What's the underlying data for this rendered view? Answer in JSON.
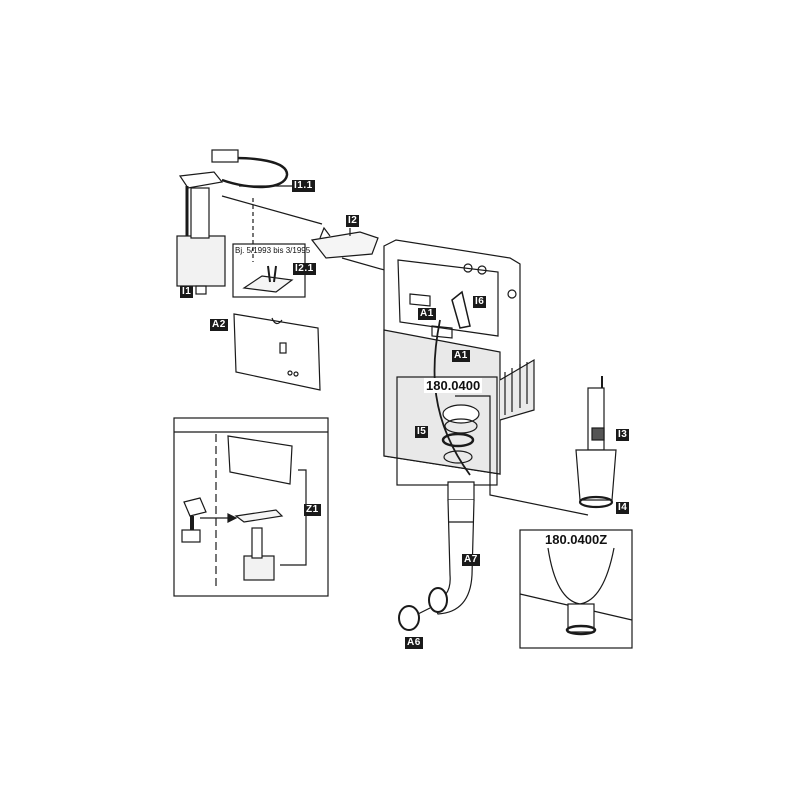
{
  "diagram": {
    "type": "exploded-parts-view",
    "subject": "concealed cistern spare parts",
    "labels": {
      "i1": "I1",
      "i1_1": "I1.1",
      "i2": "I2",
      "i2_1": "I2.1",
      "i3": "I3",
      "i4": "I4",
      "i5": "I5",
      "i6": "I6",
      "a1_upper": "A1",
      "a1_lower": "A1",
      "a2": "A2",
      "a6": "A6",
      "a7": "A7",
      "z1": "Z1"
    },
    "part_codes": {
      "outlet_valve": "180.0400",
      "outlet_valve_z": "180.0400Z"
    },
    "notes": {
      "year_range": "Bj. 5/1993 bis 3/1995"
    },
    "colors": {
      "line": "#1a1a1a",
      "tank_fill": "#e9e9e9",
      "tag_bg": "#1a1a1a",
      "tag_text": "#ffffff",
      "background": "#ffffff"
    }
  }
}
